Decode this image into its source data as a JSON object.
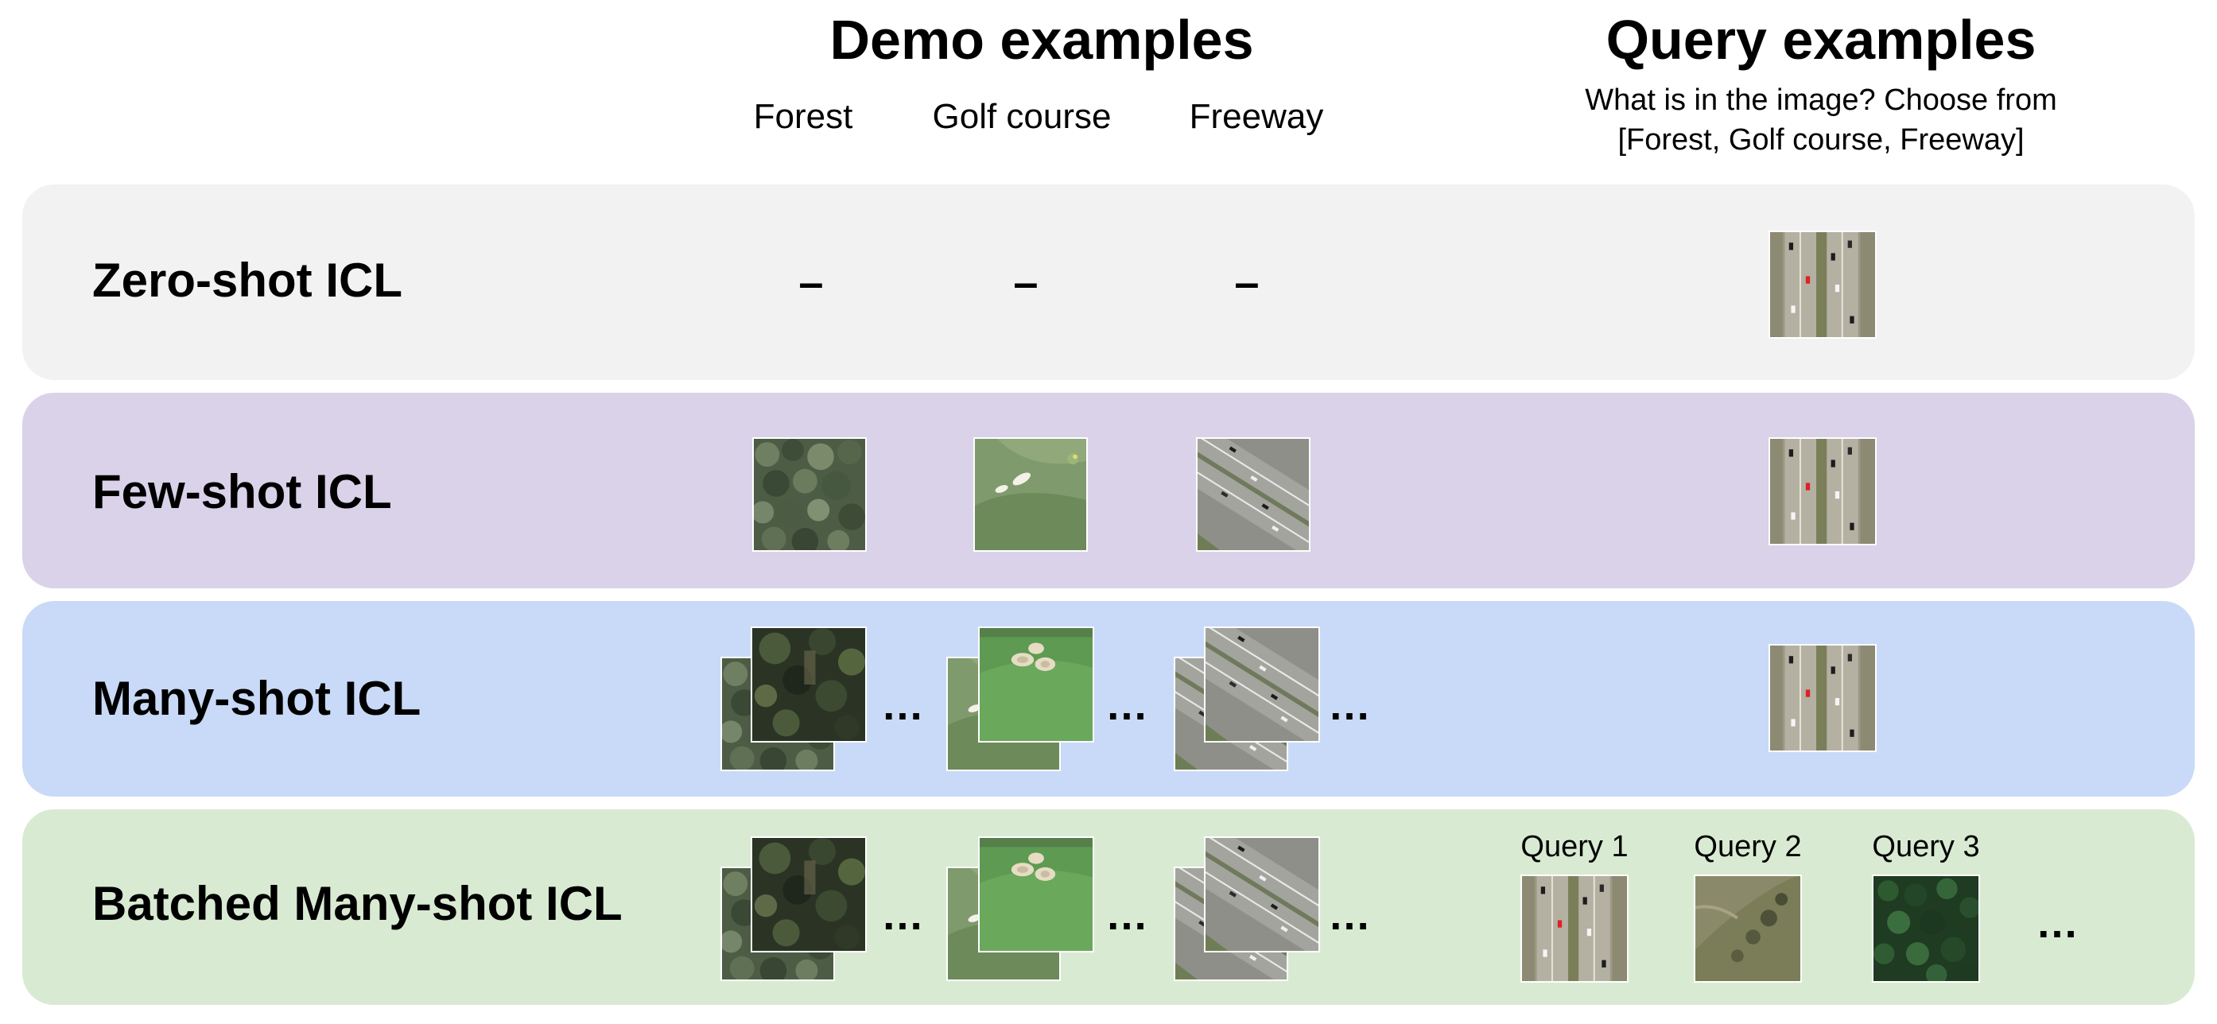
{
  "headers": {
    "demo_title": "Demo examples",
    "query_title": "Query examples",
    "class_labels": [
      "Forest",
      "Golf course",
      "Freeway"
    ],
    "prompt_line1": "What is in the image? Choose from",
    "prompt_line2": "[Forest, Golf course, Freeway]"
  },
  "rows": {
    "zero_shot": {
      "label": "Zero-shot ICL",
      "dash": "–",
      "color": "#f2f2f2"
    },
    "few_shot": {
      "label": "Few-shot ICL",
      "color": "#d9d2e9"
    },
    "many_shot": {
      "label": "Many-shot ICL",
      "ellipsis": "…",
      "color": "#c9daf8"
    },
    "batched": {
      "label": "Batched Many-shot ICL",
      "ellipsis": "…",
      "color": "#d9ead3",
      "query_labels": [
        "Query 1",
        "Query 2",
        "Query 3"
      ]
    }
  },
  "images": {
    "forest": "forest-aerial-image",
    "golf": "golf-course-aerial-image",
    "freeway": "freeway-aerial-image",
    "query_freeway": "freeway-vertical-aerial-image",
    "query_field": "field-aerial-image",
    "query_forest": "dense-forest-aerial-image"
  }
}
